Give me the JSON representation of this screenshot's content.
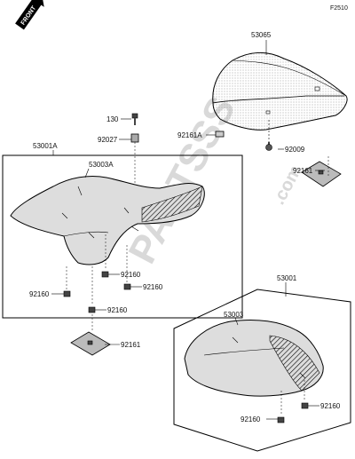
{
  "diagram_code": "F2510",
  "front_arrow_text": "FRONT",
  "watermark": {
    "brand": "PARTSSS",
    "suffix": ".com"
  },
  "labels": {
    "p53065": "53065",
    "p130": "130",
    "p92027": "92027",
    "p92161a": "92161A",
    "p92009": "92009",
    "p53001a": "53001A",
    "p53003a": "53003A",
    "p92161_upper": "92161",
    "p92160_a": "92160",
    "p92160_b": "92160",
    "p92160_left": "92160",
    "p92160_c": "92160",
    "p92161_lower": "92161",
    "p53001": "53001",
    "p53003": "53003",
    "p92160_right": "92160",
    "p92160_bottom": "92160"
  }
}
